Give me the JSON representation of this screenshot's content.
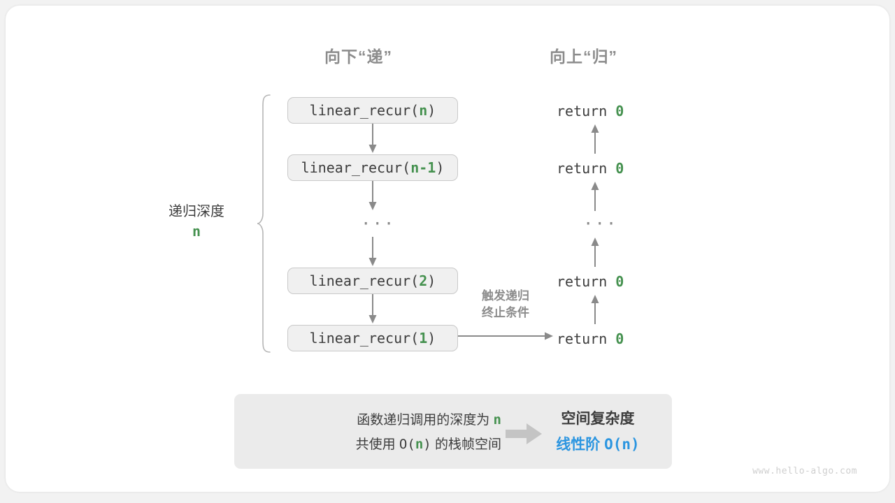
{
  "diagram": {
    "title_down": "向下“递”",
    "title_up": "向上“归”",
    "depth_label": "递归深度",
    "depth_value": "n",
    "trigger_note_line1": "触发递归",
    "trigger_note_line2": "终止条件",
    "ellipsis": "···",
    "calls": [
      {
        "name": "linear_recur(",
        "arg": "n",
        "close": ")"
      },
      {
        "name": "linear_recur(",
        "arg": "n-1",
        "close": ")"
      },
      {
        "name": "linear_recur(",
        "arg": "2",
        "close": ")"
      },
      {
        "name": "linear_recur(",
        "arg": "1",
        "close": ")"
      }
    ],
    "returns": [
      {
        "keyword": "return ",
        "value": "0"
      },
      {
        "keyword": "return ",
        "value": "0"
      },
      {
        "keyword": "return ",
        "value": "0"
      },
      {
        "keyword": "return ",
        "value": "0"
      }
    ]
  },
  "summary": {
    "line1_prefix": "函数递归调用的深度为 ",
    "line1_var": "n",
    "line2_prefix": "共使用 ",
    "line2_mono_open": "O(",
    "line2_var": "n",
    "line2_mono_close": ")",
    "line2_suffix": " 的栈帧空间",
    "result_title": "空间复杂度",
    "result_value_text": "线性阶 ",
    "result_value_mono": "O(n)",
    "arrow_icon": "right-block-arrow-icon"
  },
  "watermark": "www.hello-algo.com",
  "colors": {
    "accent_green": "#45914f",
    "accent_blue": "#2b95e0",
    "gray_text": "#3d3d3d",
    "gray_muted": "#8c8c8c",
    "box_fill": "#f0f0f0",
    "panel_fill": "#ebebeb",
    "card_bg": "#ffffff",
    "page_bg": "#f2f2f2"
  }
}
